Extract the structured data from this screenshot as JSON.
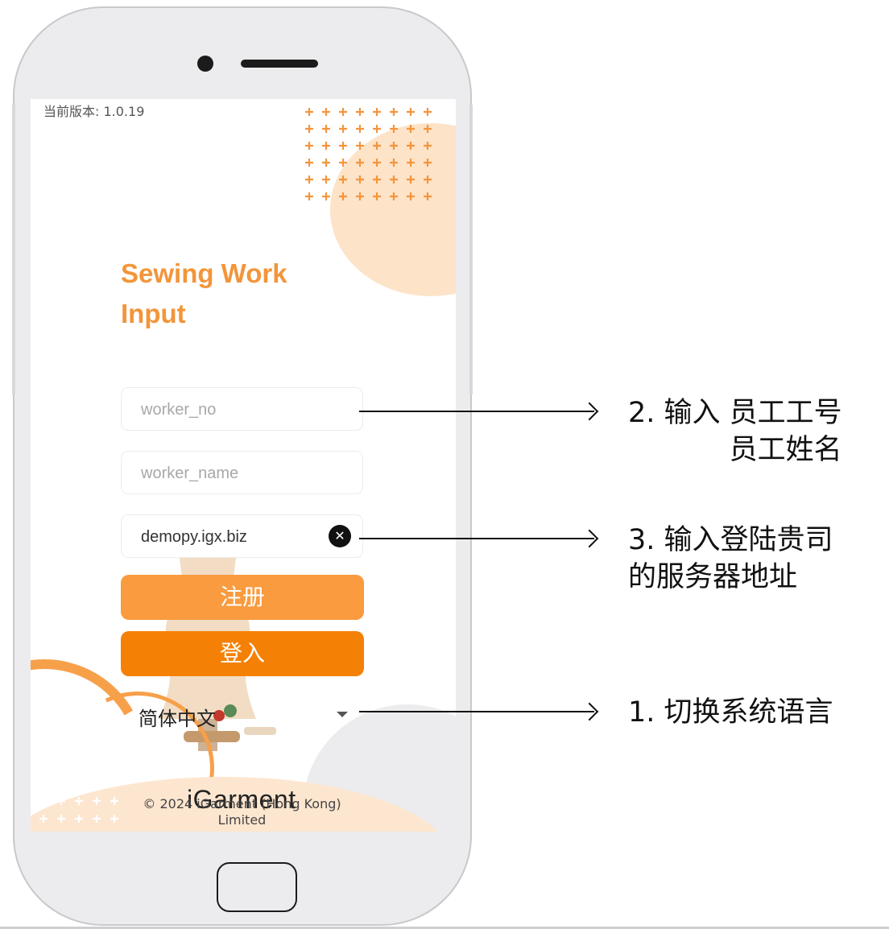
{
  "screen": {
    "version_label": "当前版本: 1.0.19",
    "app_title_line1": "Sewing Work",
    "app_title_line2": "Input",
    "worker_no_placeholder": "worker_no",
    "worker_name_placeholder": "worker_name",
    "server_value": "demopy.igx.biz",
    "register_label": "注册",
    "login_label": "登入",
    "language_selected": "简体中文",
    "brand": "iGarment",
    "copyright_line1": "© 2024 iGarment (Hong Kong)",
    "copyright_line2": "Limited"
  },
  "annotations": {
    "note2_line1": "2. 输入 员工工号",
    "note2_line2": "员工姓名",
    "note3_line1": "3. 输入登陆贵司",
    "note3_line2": "的服务器地址",
    "note1": "1. 切换系统语言"
  },
  "colors": {
    "accent": "#f48106",
    "accent_light": "#f99b3e",
    "title": "#f3953a",
    "peach": "#fde3c8"
  },
  "icons": {
    "clear": "close-circle-icon",
    "dropdown": "chevron-down-icon",
    "decor": "plus-pattern-icon"
  }
}
